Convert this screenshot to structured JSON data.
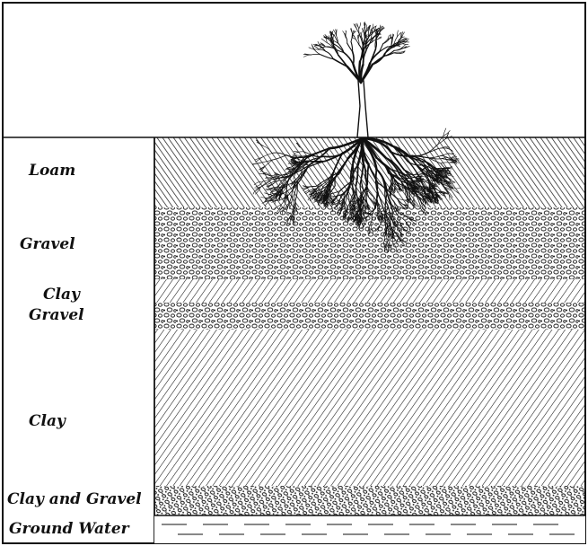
{
  "layers": [
    {
      "id": "loam",
      "label_lines": [
        "Loam"
      ],
      "pattern": "fine-hatch"
    },
    {
      "id": "gravel",
      "label_lines": [
        "Gravel"
      ],
      "pattern": "pebbles"
    },
    {
      "id": "clay-gravel",
      "label_lines": [
        "Clay",
        "Gravel"
      ],
      "pattern": "hatch-pebbles"
    },
    {
      "id": "clay",
      "label_lines": [
        "Clay"
      ],
      "pattern": "diagonal-hatch"
    },
    {
      "id": "clay-and-gravel",
      "label_lines": [
        "Clay and Gravel"
      ],
      "pattern": "dense-pebbles"
    },
    {
      "id": "ground-water",
      "label_lines": [
        "Ground Water"
      ],
      "pattern": "water-dashes"
    }
  ],
  "colors": {
    "ink": "#111111",
    "paper": "#ffffff"
  }
}
